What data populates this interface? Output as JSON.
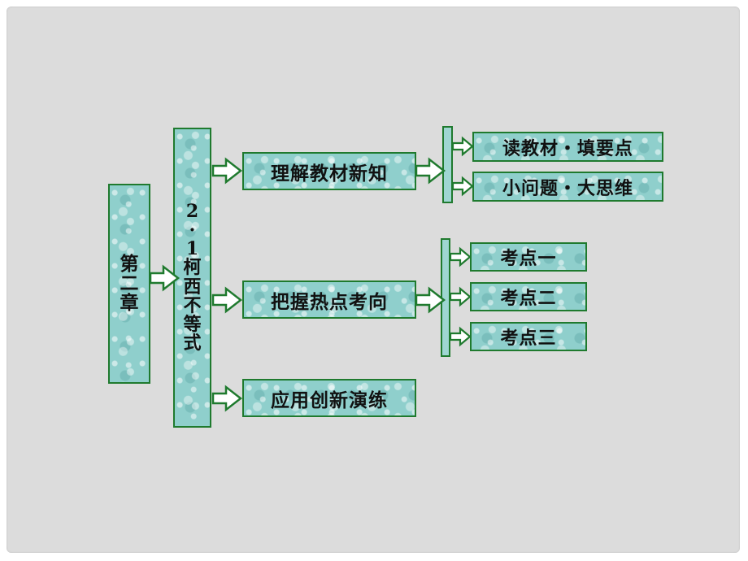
{
  "chapter": {
    "chars": [
      "第",
      "二",
      "章"
    ]
  },
  "section": {
    "chars": [
      "2",
      "·",
      "1",
      "柯",
      "西",
      "不",
      "等",
      "式"
    ]
  },
  "branches": [
    {
      "label": "理解教材新知",
      "children": [
        "读教材・填要点",
        "小问题・大思维"
      ]
    },
    {
      "label": "把握热点考向",
      "children": [
        "考点一",
        "考点二",
        "考点三"
      ]
    },
    {
      "label": "应用创新演练",
      "children": []
    }
  ],
  "colors": {
    "border": "#1f7a2e",
    "fill": "#8fcfcc",
    "background": "#dcdcdc"
  }
}
